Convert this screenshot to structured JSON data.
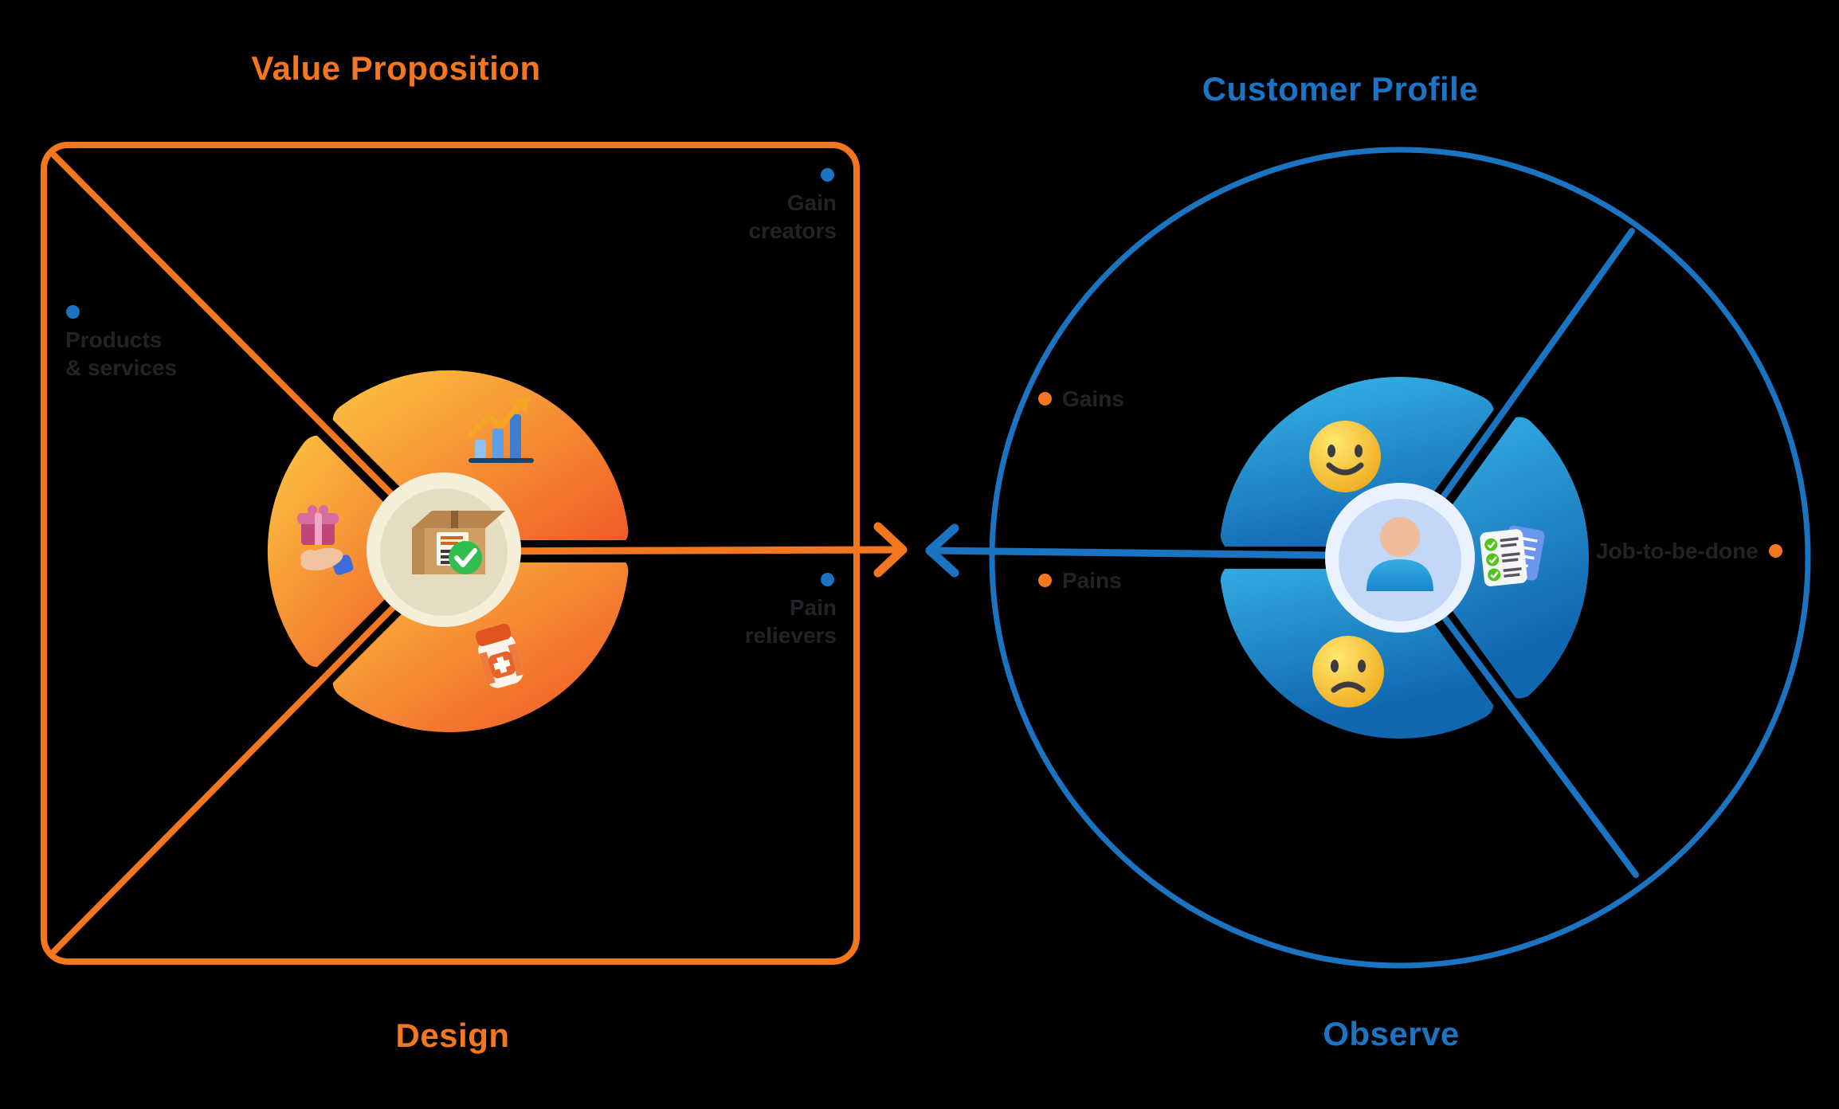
{
  "diagram": {
    "name": "Value Proposition Canvas",
    "left_section": {
      "title": "Value Proposition",
      "bottom_label": "Design",
      "accent_color": "#F4771F",
      "labels": {
        "gain_creators_line1": "Gain",
        "gain_creators_line2": "creators",
        "products_services_line1": "Products",
        "products_services_line2": "& services",
        "pain_relievers_line1": "Pain",
        "pain_relievers_line2": "relievers"
      },
      "icons": [
        "bar-chart",
        "gift-in-hand",
        "package-box-check",
        "medicine-bottle"
      ]
    },
    "right_section": {
      "title": "Customer Profile",
      "bottom_label": "Observe",
      "accent_color": "#1B74C2",
      "labels": {
        "gains": "Gains",
        "pains": "Pains",
        "job_to_be_done": "Job-to-be-done"
      },
      "icons": [
        "happy-emoji",
        "sad-emoji",
        "person",
        "checklist"
      ]
    },
    "colors": {
      "background": "#000000",
      "orange_line": "#F4771F",
      "blue_line": "#1B74C2",
      "label_text": "#232327",
      "orange_petal_gradient": [
        "#FBBC3F",
        "#F15C27"
      ],
      "blue_petal_gradient": [
        "#34ADE4",
        "#1168B0"
      ]
    }
  }
}
